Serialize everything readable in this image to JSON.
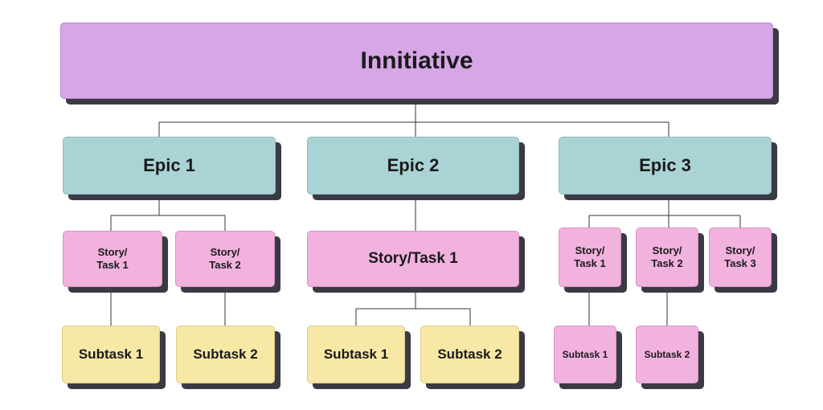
{
  "initiative": {
    "label": "Innitiative"
  },
  "epics": [
    {
      "label": "Epic 1"
    },
    {
      "label": "Epic 2"
    },
    {
      "label": "Epic 3"
    }
  ],
  "epic1": {
    "stories": [
      {
        "label": "Story/\nTask 1"
      },
      {
        "label": "Story/\nTask 2"
      }
    ],
    "subtasks": [
      {
        "label": "Subtask 1"
      },
      {
        "label": "Subtask 2"
      }
    ]
  },
  "epic2": {
    "story": {
      "label": "Story/Task 1"
    },
    "subtasks": [
      {
        "label": "Subtask 1"
      },
      {
        "label": "Subtask 2"
      }
    ]
  },
  "epic3": {
    "stories": [
      {
        "label": "Story/\nTask 1"
      },
      {
        "label": "Story/\nTask 2"
      },
      {
        "label": "Story/\nTask 3"
      }
    ],
    "subtasks": [
      {
        "label": "Subtask 1"
      },
      {
        "label": "Subtask 2"
      }
    ]
  },
  "colors": {
    "initiative": "#d6a6e6",
    "epic": "#a9d3d5",
    "story": "#f2b2de",
    "subtask": "#f7e8a6",
    "shadow": "#3a3a44",
    "connector": "#333333"
  }
}
